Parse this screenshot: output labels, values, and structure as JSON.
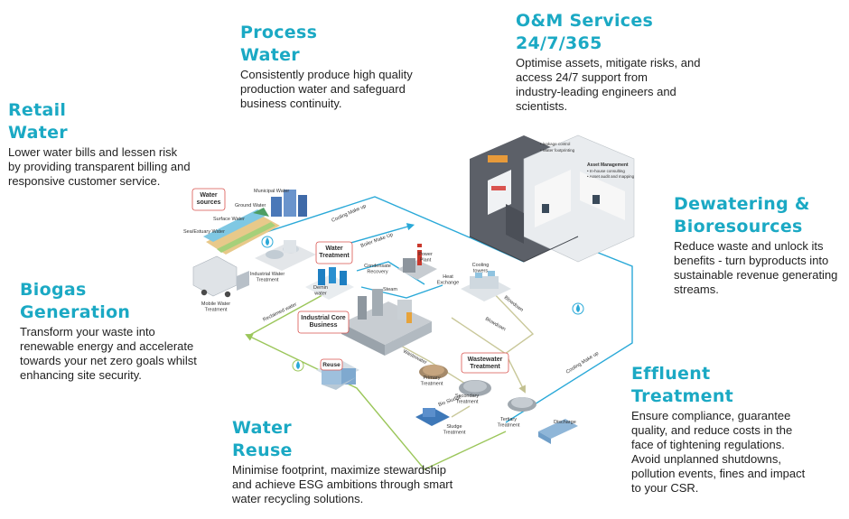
{
  "sections": {
    "process_water": {
      "title": "Process\nWater",
      "desc": "Consistently produce high quality\nproduction water and safeguard\nbusiness continuity."
    },
    "om_services": {
      "title": "O&M Services\n24/7/365",
      "desc": "Optimise assets, mitigate risks, and\naccess 24/7 support from\nindustry-leading engineers and\nscientists."
    },
    "retail_water": {
      "title": "Retail\nWater",
      "desc": "Lower water bills and lessen risk\nby providing transparent billing and\nresponsive customer service."
    },
    "dewatering": {
      "title": "Dewatering &\nBioresources",
      "desc": "Reduce waste and unlock its\nbenefits - turn byproducts into\nsustainable revenue generating\nstreams."
    },
    "biogas": {
      "title": "Biogas\nGeneration",
      "desc": "Transform your waste into\nrenewable energy and accelerate\ntowards your net zero goals whilst\nenhancing site security."
    },
    "effluent": {
      "title": "Effluent\nTreatment",
      "desc": "Ensure compliance, guarantee\nquality, and reduce costs in the\nface of tightening regulations.\nAvoid unplanned shutdowns,\npollution events, fines and impact\nto your CSR."
    },
    "water_reuse": {
      "title": "Water\nReuse",
      "desc": "Minimise footprint, maximize stewardship\nand achieve ESG ambitions through smart\nwater recycling solutions."
    }
  },
  "diagram": {
    "boxed_labels": {
      "water_sources": "Water\nsources",
      "water_treatment": "Water\nTreatment",
      "industrial_core": "Industrial Core\nBusiness",
      "wastewater_treatment": "Wastewater\nTreatment",
      "reuse": "Reuse"
    },
    "labels": {
      "municipal_water": "Municipal Water",
      "ground_water": "Ground Water",
      "surface_water": "Surface Water",
      "sea_water": "Sea/Estuary Water",
      "industrial_water_treatment": "Industrial Water\nTreatment",
      "mobile_water_treatment": "Mobile Water\nTreatment",
      "cooling_makeup_top": "Cooling Make up",
      "boiler_makeup": "Boiler Make Up",
      "power_plant": "Power\nPlant",
      "condensate_recovery": "Condensate\nRecovery",
      "steam": "Steam",
      "heat_exchange": "Heat\nExchange",
      "cooling_towers": "Cooling\ntowers",
      "demin_water": "Demin\nwater",
      "reclaimed_water": "Reclaimed water",
      "blowdown_1": "Blowdown",
      "blowdown_2": "Blowdown",
      "wastewater": "Wastewater",
      "primary_treatment": "Primary\nTreatment",
      "secondary_treatment": "Secondary\nTreatment",
      "tertiary_treatment": "Tertiary\nTreatment",
      "bio_sludge": "Bio Sludge",
      "sludge_treatment": "Sludge\nTreatment",
      "discharge": "Discharge",
      "cooling_makeup_right": "Cooling Make up",
      "asset_management": "Asset Management",
      "in_house_consulting": "• In-house consulting",
      "asset_audit": "• Asset audit and mapping",
      "leakage_control": "• leakage control",
      "water_footprinting": "• Water footprinting"
    }
  },
  "colors": {
    "accent": "#1ba9c4",
    "process_line": "#2aa9d8",
    "reuse_line": "#9bc65a",
    "waste_line": "#c9c89a",
    "box_border": "#d9534f"
  }
}
